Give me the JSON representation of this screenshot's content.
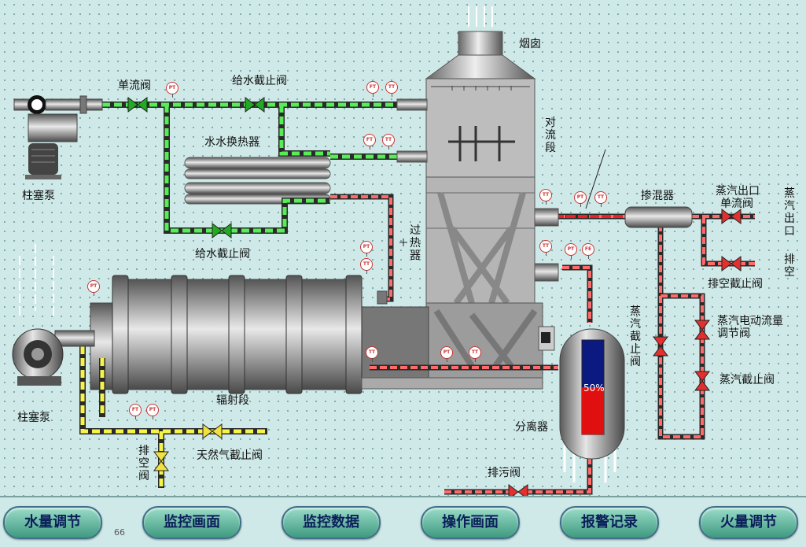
{
  "labels": {
    "chimney": "烟囱",
    "convection": "对流段",
    "superheater": "过热器",
    "radiant": "辐射段",
    "mixer": "掺混器",
    "separator": "分离器",
    "check_valve_top": "单流阀",
    "feed_stop_valve_top": "给水截止阀",
    "heat_exchanger": "水水换热器",
    "feed_stop_valve_bottom": "给水截止阀",
    "plunger_pump_top": "柱塞泵",
    "plunger_pump_bottom": "柱塞泵",
    "steam_outlet_label": "蒸汽出口",
    "steam_check_valve": "单流阀",
    "steam_outlet_side": "蒸汽出口",
    "vent_side": "排空",
    "vent_stop_valve": "排空截止阀",
    "steam_stop_valve_left": "蒸汽截止阀",
    "steam_flow_valve": "蒸汽电动流量调节阀",
    "steam_stop_valve_right": "蒸汽截止阀",
    "drain_valve": "排污阀",
    "gas_stop_valve": "天然气截止阀",
    "vent_valve_bottom": "排空阀"
  },
  "instruments": {
    "pt": "PT",
    "ft": "FT",
    "tt": "TT",
    "fe": "FE"
  },
  "level": {
    "value": 0.5,
    "text": "50%"
  },
  "nav": {
    "buttons": [
      "水量调节",
      "监控画面",
      "监控数据",
      "操作画面",
      "报警记录",
      "火量调节"
    ],
    "page_number": "66"
  },
  "colors": {
    "water_pipe": "#33cc33",
    "steam_pipe": "#dd3333",
    "gas_pipe": "#eeee33",
    "steel": "#9a9a9a",
    "level_fill": "#e01010",
    "level_empty": "#0a1a80"
  }
}
